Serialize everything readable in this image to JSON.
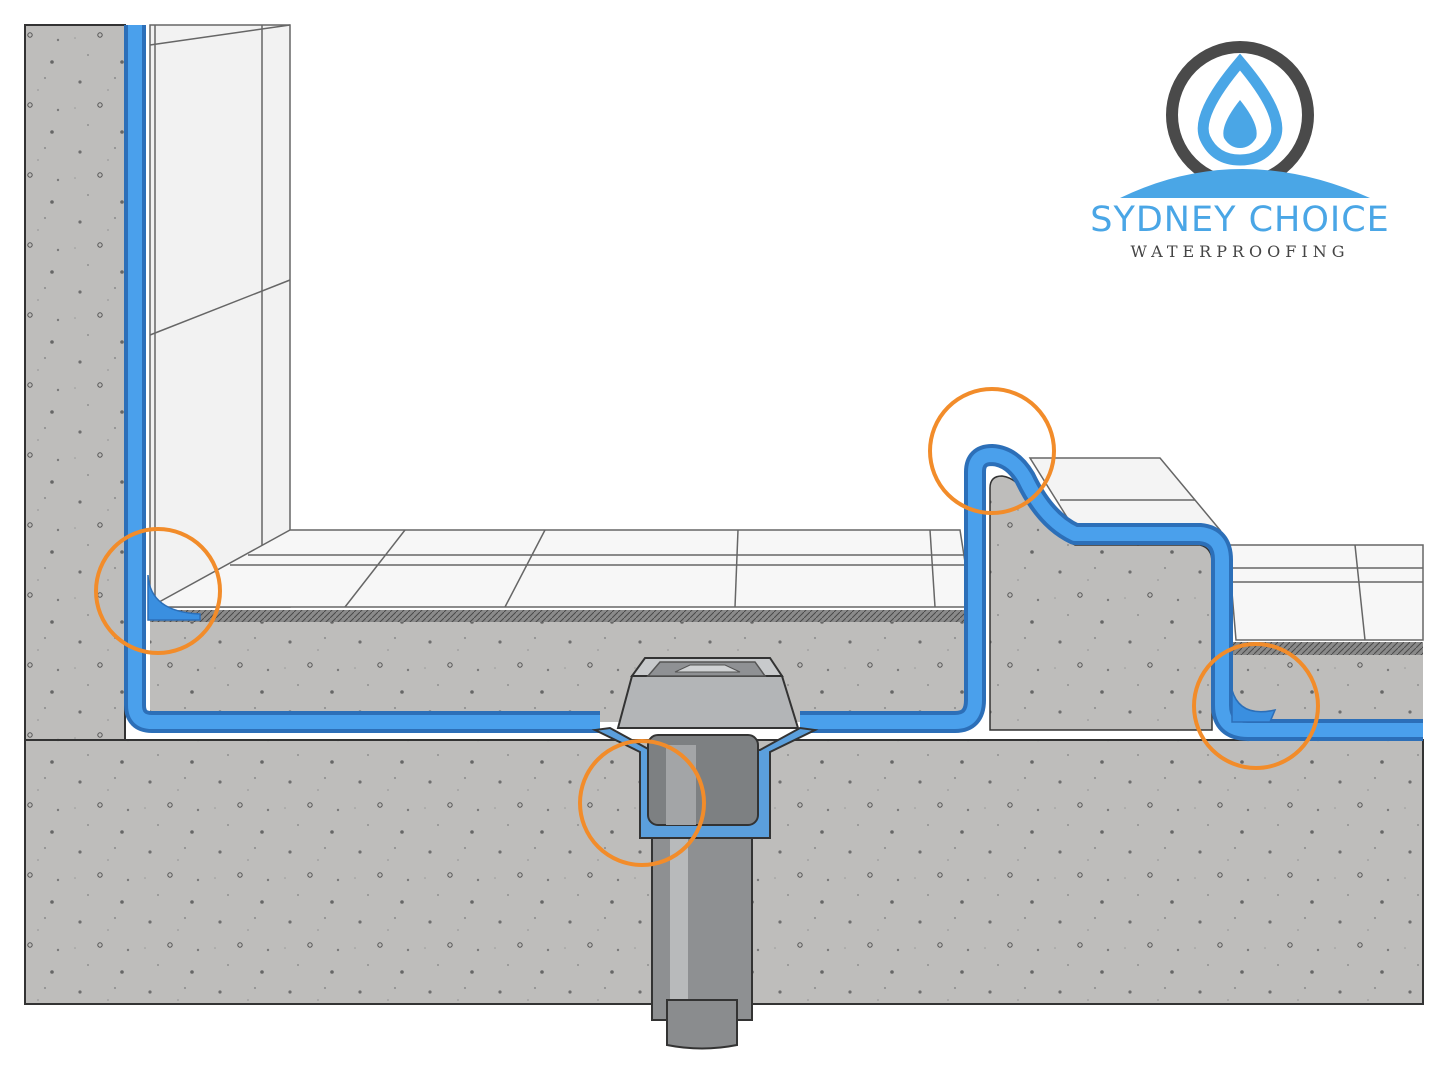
{
  "logo": {
    "brand": "SYDNEY CHOICE",
    "tagline": "WATERPROOFING",
    "ring_color": "#4a4a4a",
    "accent_color": "#4aa6e6"
  },
  "colors": {
    "concrete": "#bdbcba",
    "membrane": "#3a8fe0",
    "tile": "#f7f7f7",
    "highlight_ring": "#f28c2a",
    "drain_metal": "#a9acae",
    "pipe": "#8e9092"
  },
  "highlights": [
    {
      "id": "wall-floor-junction"
    },
    {
      "id": "floor-waste-drain"
    },
    {
      "id": "hob-top"
    },
    {
      "id": "step-down-junction"
    }
  ]
}
